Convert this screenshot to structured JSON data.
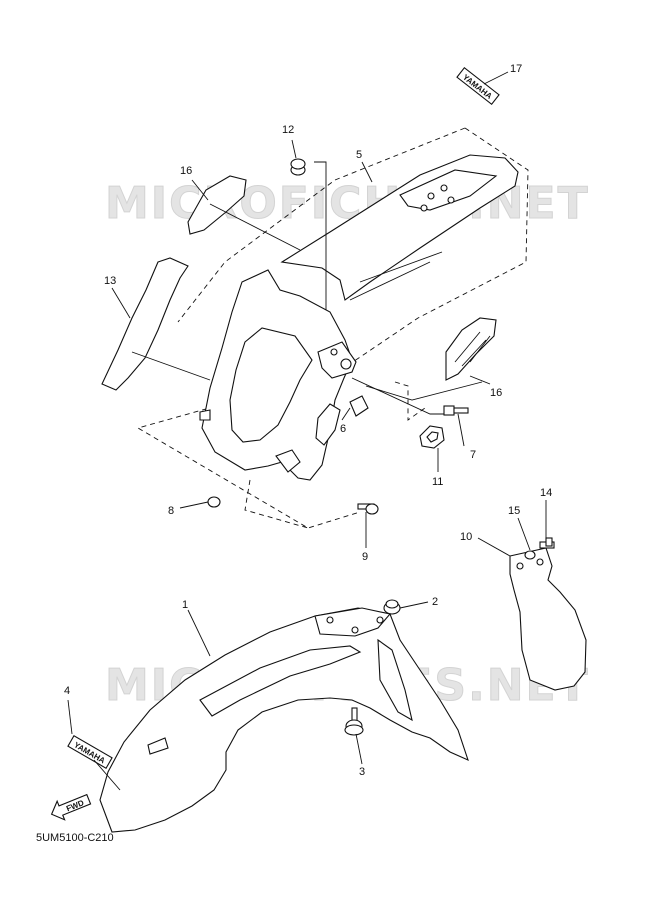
{
  "watermark": "MICROFICHES.NET",
  "diagram_code": "5UM5100-C210",
  "decal_text": "YAMAHA",
  "fwd_label": "FWD",
  "callouts": [
    "1",
    "2",
    "3",
    "4",
    "5",
    "6",
    "7",
    "8",
    "9",
    "10",
    "11",
    "12",
    "13",
    "14",
    "15",
    "16",
    "16",
    "17"
  ]
}
